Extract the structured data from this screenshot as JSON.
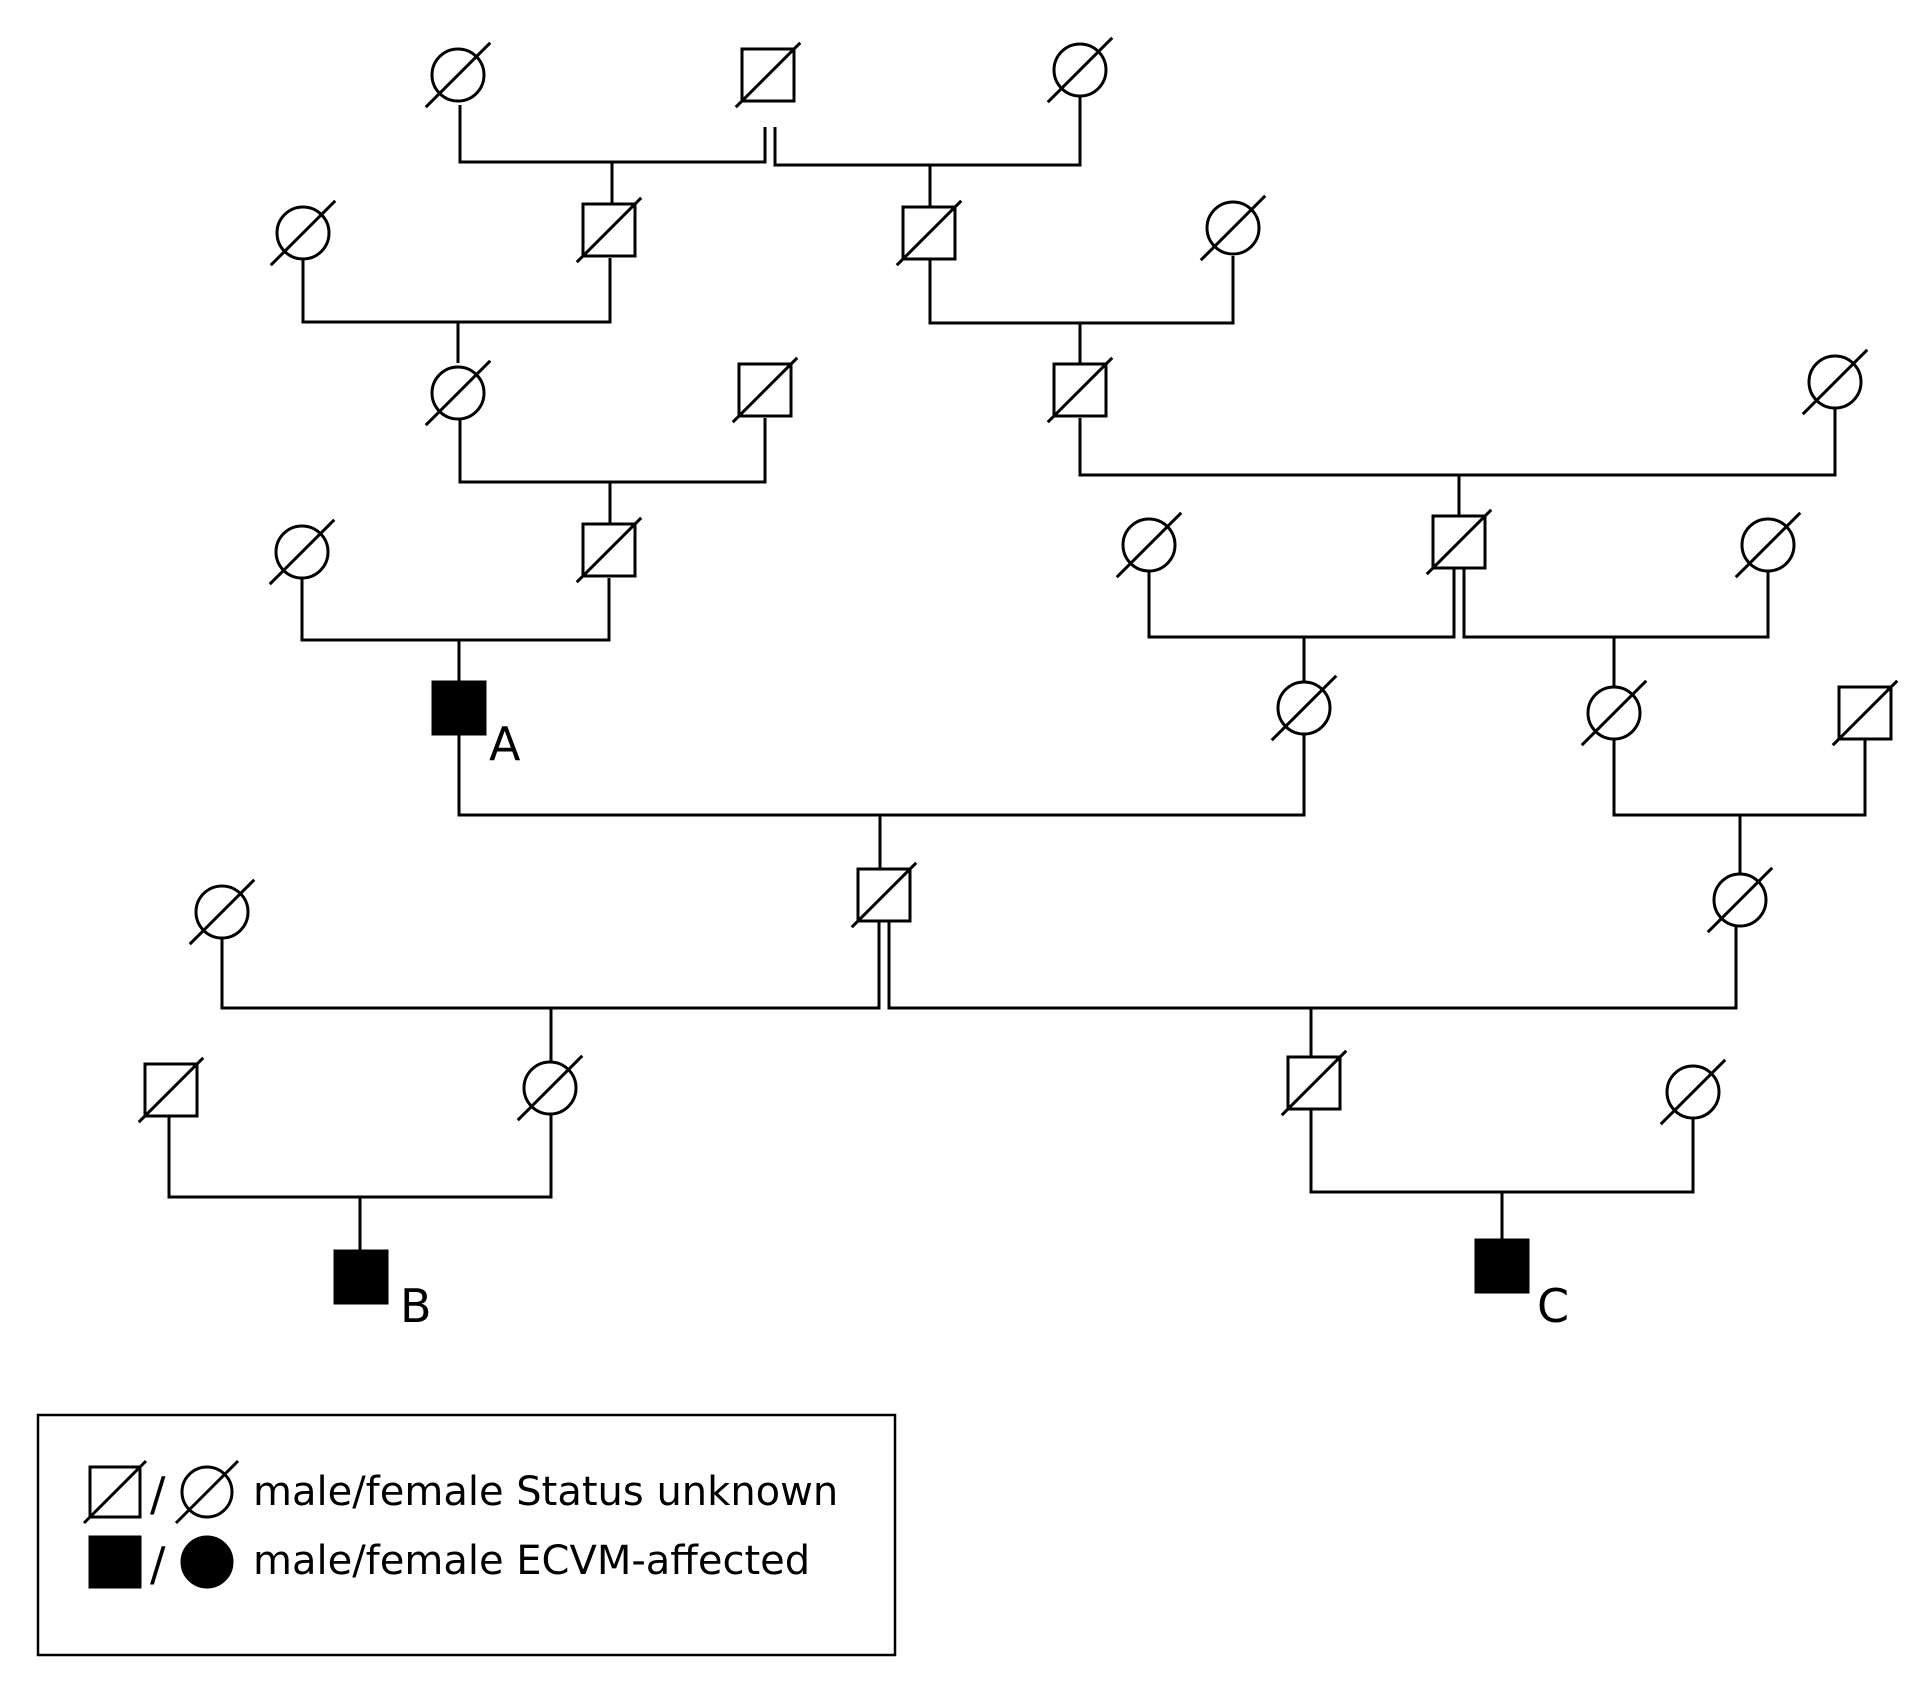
{
  "diagram": {
    "type": "pedigree",
    "colors": {
      "line": "#000000",
      "background": "#ffffff",
      "affected_fill": "#000000"
    },
    "individuals": [
      {
        "id": "g1_female_left",
        "sex": "female",
        "status": "unknown",
        "label": ""
      },
      {
        "id": "g1_male_center",
        "sex": "male",
        "status": "unknown",
        "label": ""
      },
      {
        "id": "g1_female_right",
        "sex": "female",
        "status": "unknown",
        "label": ""
      },
      {
        "id": "g2_female_left",
        "sex": "female",
        "status": "unknown",
        "label": ""
      },
      {
        "id": "g2_male_left",
        "sex": "male",
        "status": "unknown",
        "label": ""
      },
      {
        "id": "g2_male_right",
        "sex": "male",
        "status": "unknown",
        "label": ""
      },
      {
        "id": "g2_female_right",
        "sex": "female",
        "status": "unknown",
        "label": ""
      },
      {
        "id": "g3_female_left",
        "sex": "female",
        "status": "unknown",
        "label": ""
      },
      {
        "id": "g3_male_left",
        "sex": "male",
        "status": "unknown",
        "label": ""
      },
      {
        "id": "g3_male_right",
        "sex": "male",
        "status": "unknown",
        "label": ""
      },
      {
        "id": "g3_female_far_right",
        "sex": "female",
        "status": "unknown",
        "label": ""
      },
      {
        "id": "g4_female_left",
        "sex": "female",
        "status": "unknown",
        "label": ""
      },
      {
        "id": "g4_male_left",
        "sex": "male",
        "status": "unknown",
        "label": ""
      },
      {
        "id": "g4_female_mid",
        "sex": "female",
        "status": "unknown",
        "label": ""
      },
      {
        "id": "g4_male_right",
        "sex": "male",
        "status": "unknown",
        "label": ""
      },
      {
        "id": "g4_female_right",
        "sex": "female",
        "status": "unknown",
        "label": ""
      },
      {
        "id": "g5_affected_A",
        "sex": "male",
        "status": "affected",
        "label": "A"
      },
      {
        "id": "g5_female_mid",
        "sex": "female",
        "status": "unknown",
        "label": ""
      },
      {
        "id": "g5_female_right",
        "sex": "female",
        "status": "unknown",
        "label": ""
      },
      {
        "id": "g5_male_far_right",
        "sex": "male",
        "status": "unknown",
        "label": ""
      },
      {
        "id": "g6_female_left",
        "sex": "female",
        "status": "unknown",
        "label": ""
      },
      {
        "id": "g6_male_center",
        "sex": "male",
        "status": "unknown",
        "label": ""
      },
      {
        "id": "g6_female_right",
        "sex": "female",
        "status": "unknown",
        "label": ""
      },
      {
        "id": "g7_male_left",
        "sex": "male",
        "status": "unknown",
        "label": ""
      },
      {
        "id": "g7_female_left",
        "sex": "female",
        "status": "unknown",
        "label": ""
      },
      {
        "id": "g7_male_right",
        "sex": "male",
        "status": "unknown",
        "label": ""
      },
      {
        "id": "g7_female_right",
        "sex": "female",
        "status": "unknown",
        "label": ""
      },
      {
        "id": "g8_affected_B",
        "sex": "male",
        "status": "affected",
        "label": "B"
      },
      {
        "id": "g8_affected_C",
        "sex": "male",
        "status": "affected",
        "label": "C"
      }
    ]
  },
  "legend": {
    "separator": "/",
    "unknown_text": "male/female Status unknown",
    "affected_text": "male/female ECVM-affected"
  }
}
